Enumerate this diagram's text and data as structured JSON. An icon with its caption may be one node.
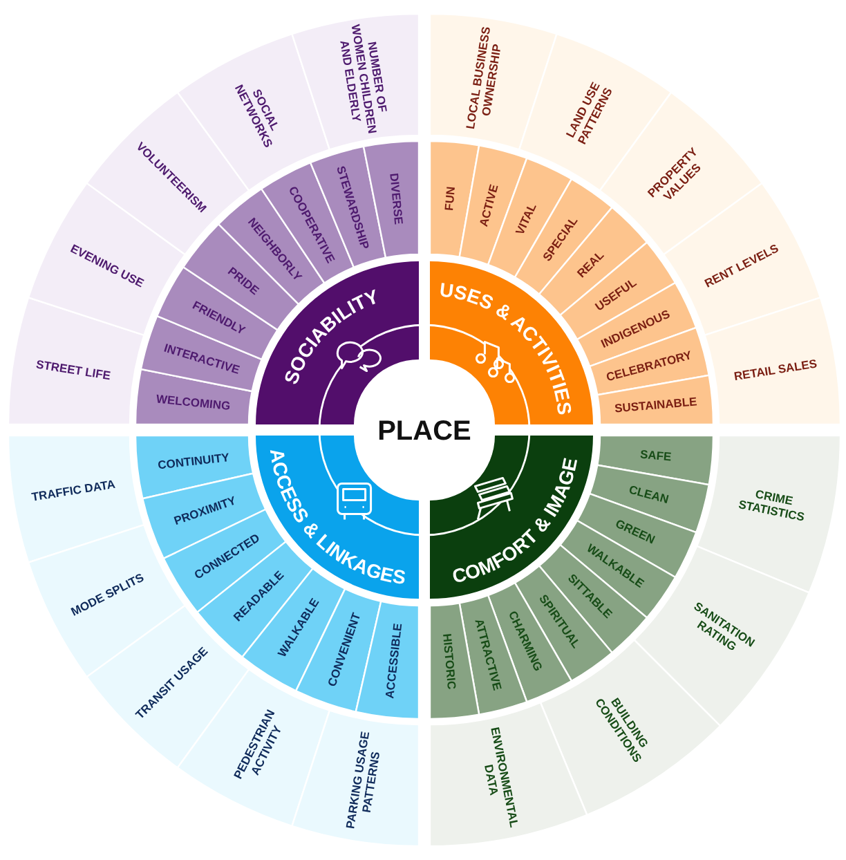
{
  "diagram": {
    "nodes": [
      {
        "text": [
          "PLACE"
        ]
      },
      {
        "text": [
          "SOCIABILITY"
        ]
      },
      {
        "text": [
          "WELCOMING"
        ]
      },
      {
        "text": [
          "INTERACTIVE"
        ]
      },
      {
        "text": [
          "FRIENDLY"
        ]
      },
      {
        "text": [
          "PRIDE"
        ]
      },
      {
        "text": [
          "NEIGHBORLY"
        ]
      },
      {
        "text": [
          "COOPERATIVE"
        ]
      },
      {
        "text": [
          "STEWARDSHIP"
        ]
      },
      {
        "text": [
          "DIVERSE"
        ]
      },
      {
        "text": [
          "STREET LIFE"
        ]
      },
      {
        "text": [
          "EVENING USE"
        ]
      },
      {
        "text": [
          "VOLUNTEERISM"
        ]
      },
      {
        "text": [
          "SOCIAL NETWORKS"
        ]
      },
      {
        "text": [
          "NUMBER OF WOMEN CHILDREN AND ELDERLY"
        ]
      },
      {
        "text": [
          "USES & ACTIVITIES"
        ]
      },
      {
        "text": [
          "FUN"
        ]
      },
      {
        "text": [
          "ACTIVE"
        ]
      },
      {
        "text": [
          "VITAL"
        ]
      },
      {
        "text": [
          "SPECIAL"
        ]
      },
      {
        "text": [
          "REAL"
        ]
      },
      {
        "text": [
          "USEFUL"
        ]
      },
      {
        "text": [
          "INDIGENOUS"
        ]
      },
      {
        "text": [
          "CELEBRATORY"
        ]
      },
      {
        "text": [
          "SUSTAINABLE"
        ]
      },
      {
        "text": [
          "LOCAL BUSINESS OWNERSHIP"
        ]
      },
      {
        "text": [
          "LAND USE PATTERNS"
        ]
      },
      {
        "text": [
          "PROPERTY VALUES"
        ]
      },
      {
        "text": [
          "RENT LEVELS"
        ]
      },
      {
        "text": [
          "RETAIL SALES"
        ]
      },
      {
        "text": [
          "ACCESS & LINKAGES"
        ]
      },
      {
        "text": [
          "CONTINUITY"
        ]
      },
      {
        "text": [
          "PROXIMITY"
        ]
      },
      {
        "text": [
          "CONNECTED"
        ]
      },
      {
        "text": [
          "READABLE"
        ]
      },
      {
        "text": [
          "WALKABLE"
        ]
      },
      {
        "text": [
          "CONVENIENT"
        ]
      },
      {
        "text": [
          "ACCESSIBLE"
        ]
      },
      {
        "text": [
          "TRAFFIC DATA"
        ]
      },
      {
        "text": [
          "MODE SPLITS"
        ]
      },
      {
        "text": [
          "TRANSIT USAGE"
        ]
      },
      {
        "text": [
          "PEDESTRIAN ACTIVITY"
        ]
      },
      {
        "text": [
          "PARKING USAGE PATTERNS"
        ]
      },
      {
        "text": [
          "COMFORT & IMAGE"
        ]
      },
      {
        "text": [
          "SAFE"
        ]
      },
      {
        "text": [
          "CLEAN"
        ]
      },
      {
        "text": [
          "GREEN"
        ]
      },
      {
        "text": [
          "WALKABLE"
        ]
      },
      {
        "text": [
          "SITTABLE"
        ]
      },
      {
        "text": [
          "SPIRITUAL"
        ]
      },
      {
        "text": [
          "CHARMING"
        ]
      },
      {
        "text": [
          "ATTRACTIVE"
        ]
      },
      {
        "text": [
          "HISTORIC"
        ]
      },
      {
        "text": [
          "CRIME STATISTICS"
        ]
      },
      {
        "text": [
          "SANITATION RATING"
        ]
      },
      {
        "text": [
          "BUILDING CONDITIONS"
        ]
      },
      {
        "text": [
          "ENVIRONMENTAL DATA"
        ]
      }
    ]
  }
}
